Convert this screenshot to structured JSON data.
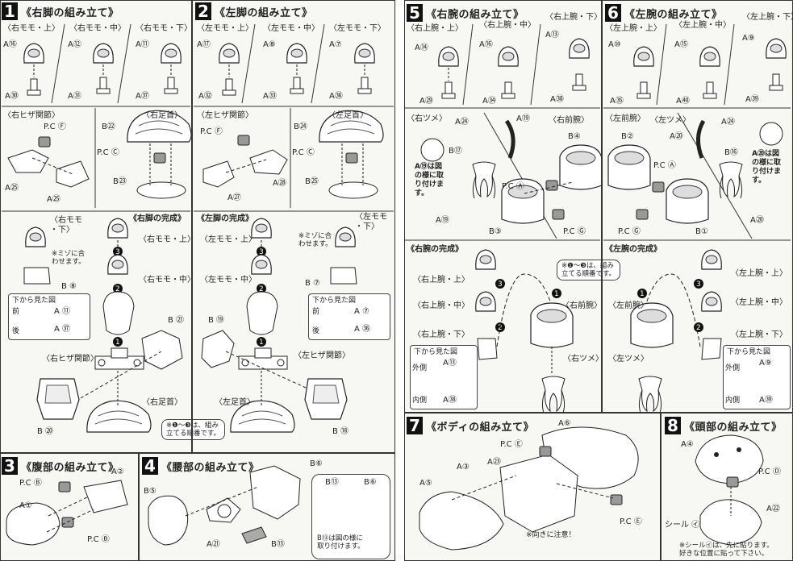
{
  "sections": {
    "s1": {
      "number": "1",
      "title": "《右脚の組み立て》",
      "labels": {
        "mm_top": "〈右モモ・上〉",
        "mm_mid": "〈右モモ・中〉",
        "mm_bot": "〈右モモ・下〉",
        "knee": "〈右ヒザ関節〉",
        "ankle": "〈右足首〉",
        "complete": "《右脚の完成》",
        "c_mm_top": "〈右モモ・上〉",
        "c_mm_mid": "〈右モモ・中〉",
        "c_mm_bot": "〈右モモ\n・下〉",
        "c_knee": "〈右ヒザ関節〉",
        "c_ankle": "〈右足首〉",
        "groove": "※ミゾに合\nわせます。",
        "bottom_view": "下から見た図",
        "front": "前",
        "back": "後",
        "order": "※❶〜❸は、組み\n立てる順番です。"
      },
      "parts": [
        "A⑯",
        "A㉚",
        "A⑫",
        "A㉛",
        "A⑪",
        "A㊲",
        "P.C Ⓕ",
        "A㉕",
        "A㉕",
        "B㉒",
        "P.C Ⓒ",
        "B㉓",
        "B ⑧",
        "A ⑪",
        "A ㊲",
        "B ㉑",
        "B ⑳"
      ]
    },
    "s2": {
      "number": "2",
      "title": "《左脚の組み立て》",
      "labels": {
        "mm_top": "〈左モモ・上〉",
        "mm_mid": "〈左モモ・中〉",
        "mm_bot": "〈左モモ・下〉",
        "knee": "〈左ヒザ関節〉",
        "ankle": "〈左足首〉",
        "complete": "《左脚の完成》",
        "c_mm_top": "〈左モモ・上〉",
        "c_mm_mid": "〈左モモ・中〉",
        "c_mm_bot": "〈左モモ\n・下〉",
        "c_knee": "〈左ヒザ関節〉",
        "c_ankle": "〈左足首〉",
        "groove": "※ミゾに合\nわせます。",
        "bottom_view": "下から見た図",
        "front": "前",
        "back": "後"
      },
      "parts": [
        "A⑰",
        "A㉜",
        "A⑧",
        "A㉝",
        "A⑦",
        "A㊱",
        "P.C Ⓕ",
        "A㉗",
        "A㉘",
        "B㉔",
        "P.C Ⓒ",
        "B㉕",
        "B ⑦",
        "A ⑦",
        "A ㊱",
        "B ⑲",
        "B ⑱"
      ]
    },
    "s3": {
      "number": "3",
      "title": "《腹部の組み立て》",
      "parts": [
        "A②",
        "P.C Ⓑ",
        "A①",
        "P.C Ⓑ"
      ]
    },
    "s4": {
      "number": "4",
      "title": "《腰部の組み立て》",
      "parts": [
        "B⑥",
        "B⑤",
        "A㉑",
        "B⑬",
        "B⑬",
        "B⑥"
      ],
      "note": "B⑬は図の様に\n取り付けます。"
    },
    "s5": {
      "number": "5",
      "title": "《右腕の組み立て》",
      "labels": {
        "ua_top": "〈右上腕・上〉",
        "ua_mid": "〈右上腕・中〉",
        "ua_bot": "〈右上腕・下〉",
        "claw": "〈右ツメ〉",
        "forearm": "〈右前腕〉",
        "complete": "《右腕の完成》",
        "c_top": "〈右上腕・上〉",
        "c_mid": "〈右上腕・中〉",
        "c_bot": "〈右上腕・下〉",
        "c_forearm": "〈右前腕〉",
        "c_claw": "〈右ツメ〉",
        "attach": "A⑲は図\nの様に取\nり付けま\nす。",
        "order": "※❶〜❸は、組み\n立てる順番です。",
        "bottom_view": "下から見た図",
        "outer": "外側",
        "inner": "内側"
      },
      "parts": [
        "A⑭",
        "A㉙",
        "A⑯",
        "A㉞",
        "A⑬",
        "A㊳",
        "A㉔",
        "A⑲",
        "B⑰",
        "A⑲",
        "B④",
        "P.C Ⓐ",
        "B③",
        "P.C Ⓖ",
        "A⑬",
        "A㊳"
      ]
    },
    "s6": {
      "number": "6",
      "title": "《左腕の組み立て》",
      "labels": {
        "ua_top": "〈左上腕・上〉",
        "ua_mid": "〈左上腕・中〉",
        "ua_bot": "〈左上腕・下〉",
        "forearm": "〈左前腕〉",
        "claw": "〈左ツメ〉",
        "complete": "《左腕の完成》",
        "c_top": "〈左上腕・上〉",
        "c_mid": "〈左上腕・中〉",
        "c_bot": "〈左上腕・下〉",
        "c_forearm": "〈左前腕〉",
        "c_claw": "〈左ツメ〉",
        "attach": "A⑳は図\nの様に取\nり付けま\nす。",
        "bottom_view": "下から見た図",
        "outer": "外側",
        "inner": "内側"
      },
      "parts": [
        "A⑩",
        "A㉟",
        "A⑮",
        "A㊵",
        "A⑨",
        "A㊴",
        "B②",
        "P.C Ⓐ",
        "A⑳",
        "A㉔",
        "B⑯",
        "P.C Ⓖ",
        "B①",
        "A⑳",
        "A⑨",
        "A㊴"
      ]
    },
    "s7": {
      "number": "7",
      "title": "《ボディの組み立て》",
      "parts": [
        "A⑥",
        "P.C Ⓔ",
        "A③",
        "A㉓",
        "A⑤",
        "P.C Ⓔ"
      ],
      "note": "※向きに注意！"
    },
    "s8": {
      "number": "8",
      "title": "《頭部の組み立て》",
      "parts": [
        "A④",
        "P.C Ⓓ",
        "A㉒",
        "シール ㋑"
      ],
      "note": "※シール㋑は、先に貼ります。\n好きな位置に貼って下さい。"
    }
  }
}
